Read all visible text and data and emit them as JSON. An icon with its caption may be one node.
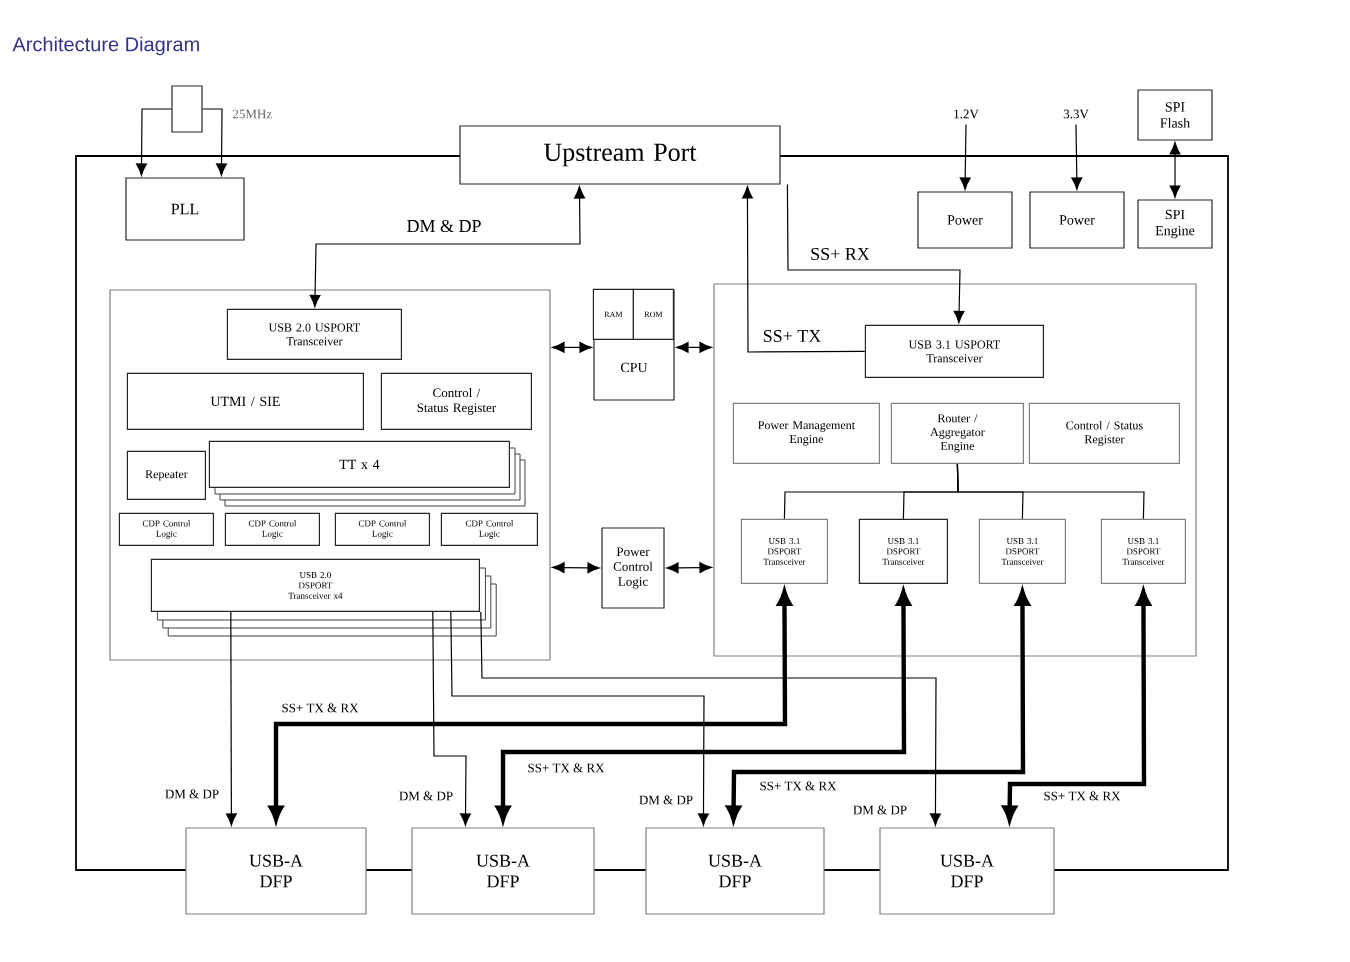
{
  "diagram": {
    "title": "Architecture Diagram",
    "nodes": [
      {
        "text": [],
        "shape": "box",
        "beside": [
          "25MHz"
        ]
      },
      {
        "text": [
          "Upstream Port"
        ]
      },
      {
        "text": [
          "PLL"
        ]
      },
      {
        "text": [],
        "shape": "box"
      },
      {
        "text": [
          "USB 2.0 USPORT Transceiver"
        ],
        "in": 3
      },
      {
        "text": [
          "UTMI / SIE"
        ],
        "in": 3
      },
      {
        "text": [
          "Control / Status Register"
        ],
        "in": 3
      },
      {
        "text": [
          "Repeater"
        ],
        "in": 3
      },
      {
        "text": [
          "TT x 4"
        ],
        "in": 3
      },
      {
        "text": [
          "CDP Control Logic"
        ],
        "in": 3
      },
      {
        "text": [
          "CDP Control Logic"
        ],
        "in": 3
      },
      {
        "text": [
          "CDP Control Logic"
        ],
        "in": 3
      },
      {
        "text": [
          "CDP Control Logic"
        ],
        "in": 3
      },
      {
        "text": [
          "USB 2.0 DSPORT Transceiver x4"
        ],
        "in": 3
      },
      {
        "text": [
          "CPU"
        ]
      },
      {
        "text": [
          "RAM"
        ],
        "in": 14
      },
      {
        "text": [
          "ROM"
        ],
        "in": 14
      },
      {
        "text": [
          "Power Control Logic"
        ]
      },
      {
        "text": [],
        "shape": "box"
      },
      {
        "text": [
          "USB 3.1 USPORT Transceiver"
        ],
        "in": 18
      },
      {
        "text": [
          "Power Management Engine"
        ],
        "in": 18
      },
      {
        "text": [
          "Router / Aggregator Engine"
        ],
        "in": 18
      },
      {
        "text": [
          "Control / Status Register"
        ],
        "in": 18
      },
      {
        "text": [
          "USB 3.1 DSPORT Transceiver"
        ],
        "in": 18
      },
      {
        "text": [
          "USB 3.1 DSPORT Transceiver"
        ],
        "in": 18
      },
      {
        "text": [
          "USB 3.1 DSPORT Transceiver"
        ],
        "in": 18
      },
      {
        "text": [
          "USB 3.1 DSPORT Transceiver"
        ],
        "in": 18
      },
      {
        "text": [
          "Power"
        ]
      },
      {
        "text": [
          "Power"
        ]
      },
      {
        "text": [
          "SPI Flash"
        ]
      },
      {
        "text": [
          "SPI Engine"
        ]
      },
      {
        "text": [
          "USB-A DFP"
        ]
      },
      {
        "text": [
          "USB-A DFP"
        ]
      },
      {
        "text": [
          "USB-A DFP"
        ]
      },
      {
        "text": [
          "USB-A DFP"
        ]
      },
      {
        "text": [
          "1.2V"
        ]
      },
      {
        "text": [
          "3.3V"
        ]
      }
    ],
    "edges": [
      {
        "from": 0,
        "to": 2,
        "arrow": "to"
      },
      {
        "from": 0,
        "to": 2,
        "arrow": "to"
      },
      {
        "from": 1,
        "to": 4,
        "arrow": "both",
        "label": "DM & DP"
      },
      {
        "from": 19,
        "to": 1,
        "arrow": "to",
        "label": "SS+ TX"
      },
      {
        "from": 1,
        "to": 19,
        "arrow": "to",
        "label": "SS+ RX"
      },
      {
        "from": 35,
        "to": 27,
        "arrow": "to"
      },
      {
        "from": 36,
        "to": 28,
        "arrow": "to"
      },
      {
        "from": 29,
        "to": 30,
        "arrow": "both"
      },
      {
        "from": 3,
        "to": 14,
        "arrow": "both"
      },
      {
        "from": 14,
        "to": 18,
        "arrow": "both"
      },
      {
        "from": 3,
        "to": 17,
        "arrow": "both"
      },
      {
        "from": 17,
        "to": 18,
        "arrow": "both"
      },
      {
        "from": 21,
        "to": 23,
        "arrow": "none"
      },
      {
        "from": 21,
        "to": 24,
        "arrow": "none"
      },
      {
        "from": 21,
        "to": 25,
        "arrow": "none"
      },
      {
        "from": 21,
        "to": 26,
        "arrow": "none"
      },
      {
        "from": 23,
        "to": 31,
        "arrow": "both",
        "style": "thick",
        "label": "SS+ TX & RX"
      },
      {
        "from": 24,
        "to": 32,
        "arrow": "both",
        "style": "thick",
        "label": "SS+ TX & RX"
      },
      {
        "from": 25,
        "to": 33,
        "arrow": "both",
        "style": "thick",
        "label": "SS+ TX & RX"
      },
      {
        "from": 26,
        "to": 34,
        "arrow": "both",
        "style": "thick",
        "label": "SS+ TX & RX"
      },
      {
        "from": 13,
        "to": 31,
        "arrow": "to",
        "label": "DM & DP"
      },
      {
        "from": 13,
        "to": 32,
        "arrow": "to",
        "label": "DM & DP"
      },
      {
        "from": 13,
        "to": 33,
        "arrow": "to",
        "label": "DM & DP"
      },
      {
        "from": 13,
        "to": 34,
        "arrow": "to",
        "label": "DM & DP"
      }
    ]
  }
}
